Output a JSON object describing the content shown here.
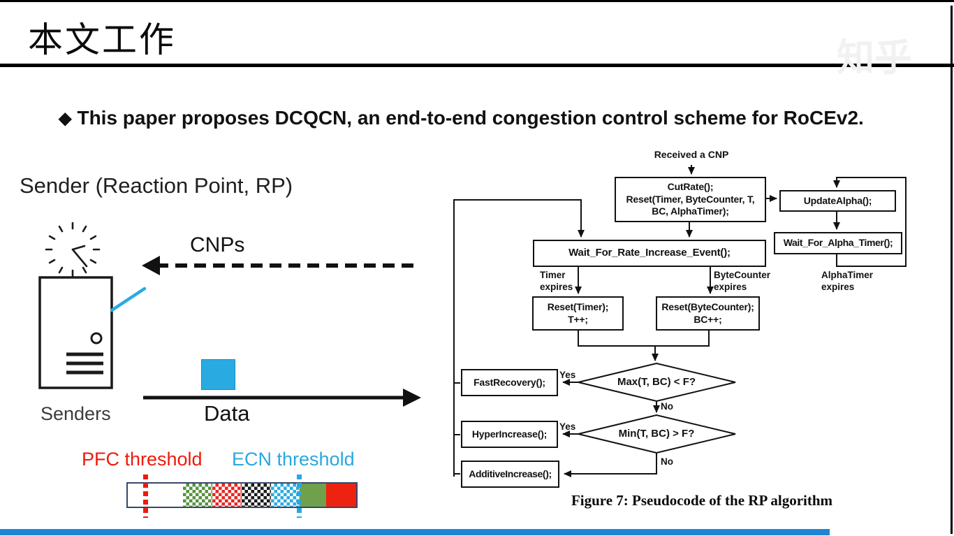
{
  "header": {
    "title": "本文工作",
    "watermark": "知乎"
  },
  "bullet": {
    "marker": "◆",
    "text": "This paper proposes DCQCN, an end-to-end congestion control scheme for RoCEv2."
  },
  "sender": {
    "heading": "Sender (Reaction Point, RP)",
    "cnps_label": "CNPs",
    "data_label": "Data",
    "senders_label": "Senders"
  },
  "thresholds": {
    "pfc_label": "PFC threshold",
    "ecn_label": "ECN threshold",
    "pfc_color": "#ed1b0c",
    "ecn_color": "#29a8e0",
    "queue_segments": [
      {
        "pattern": "empty-white"
      },
      {
        "pattern": "checker",
        "color": "#55933f"
      },
      {
        "pattern": "checker",
        "color": "#e82620"
      },
      {
        "pattern": "checker",
        "color": "#1a1a1a"
      },
      {
        "pattern": "checker",
        "color": "#29abe2"
      },
      {
        "pattern": "solid",
        "color": "#6fa04c"
      },
      {
        "pattern": "solid",
        "color": "#ee2211"
      }
    ]
  },
  "flowchart": {
    "received": "Received a CNP",
    "cutrate": "CutRate();\nReset(Timer, ByteCounter, T,\nBC, AlphaTimer);",
    "update_alpha": "UpdateAlpha();",
    "wait_alpha": "Wait_For_Alpha_Timer();",
    "wait_rate": "Wait_For_Rate_Increase_Event();",
    "timer_expires": "Timer\nexpires",
    "bc_expires": "ByteCounter\nexpires",
    "alpha_expires": "AlphaTimer\nexpires",
    "reset_timer": "Reset(Timer);\nT++;",
    "reset_bc": "Reset(ByteCounter);\nBC++;",
    "diamond1": "Max(T, BC) < F?",
    "diamond2": "Min(T, BC) > F?",
    "yes1": "Yes",
    "no1": "No",
    "yes2": "Yes",
    "no2": "No",
    "fast": "FastRecovery();",
    "hyper": "HyperIncrease();",
    "additive": "AdditiveIncrease();",
    "caption": "Figure 7: Pseudocode of the RP algorithm"
  },
  "colors": {
    "accent_blue": "#29abe2",
    "threshold_red": "#ed1b0c",
    "solid_green": "#6fa04c",
    "solid_red": "#ee2211",
    "queue_border": "#37476b",
    "bottom_bar": "#1d85d6"
  }
}
